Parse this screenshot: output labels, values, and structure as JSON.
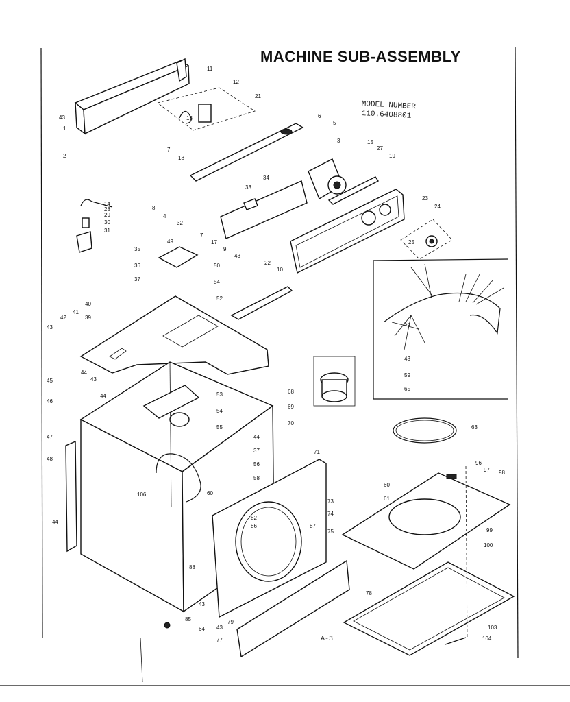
{
  "title": "MACHINE SUB-ASSEMBLY",
  "model_label": "MODEL NUMBER",
  "model_number": "110.6408801",
  "page_ref": "A-3",
  "callouts": [
    "11",
    "43",
    "1",
    "2",
    "12",
    "21",
    "13",
    "6",
    "5",
    "7",
    "18",
    "3",
    "15",
    "27",
    "19",
    "4",
    "8",
    "34",
    "33",
    "32",
    "7",
    "17",
    "9",
    "43",
    "22",
    "23",
    "24",
    "25",
    "14",
    "28",
    "29",
    "30",
    "31",
    "35",
    "36",
    "37",
    "49",
    "50",
    "54",
    "52",
    "10",
    "53",
    "43",
    "59",
    "65",
    "40",
    "39",
    "41",
    "42",
    "43",
    "45",
    "44",
    "43",
    "44",
    "46",
    "47",
    "48",
    "44",
    "53",
    "54",
    "55",
    "68",
    "69",
    "70",
    "44",
    "71",
    "37",
    "56",
    "58",
    "106",
    "60",
    "87",
    "82",
    "86",
    "88",
    "43",
    "85",
    "64",
    "77",
    "43",
    "79",
    "78",
    "60",
    "73",
    "61",
    "74",
    "75",
    "96",
    "97",
    "98",
    "99",
    "100",
    "103",
    "104",
    "63"
  ]
}
